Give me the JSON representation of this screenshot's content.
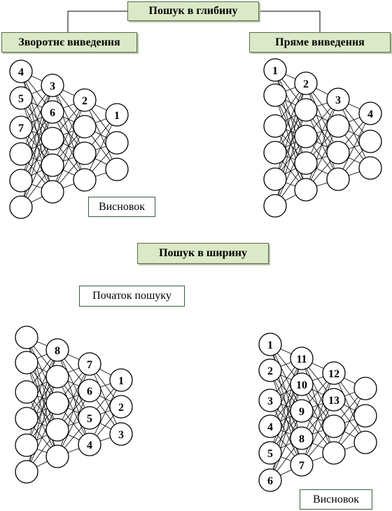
{
  "headers": {
    "dfs": "Пошук в глибину",
    "backward": "Зворотнє виведення",
    "forward": "Пряме виведення",
    "bfs": "Пошук в ширину"
  },
  "labels": {
    "conclusion_top": "Висновок",
    "search_start": "Початок пошуку",
    "conclusion_bottom": "Висновок"
  },
  "networks": {
    "dfs_backward": {
      "columns": [
        [
          "4",
          "5",
          "7",
          "",
          "",
          ""
        ],
        [
          "3",
          "6",
          "",
          "",
          ""
        ],
        [
          "2",
          "",
          "",
          ""
        ],
        [
          "1",
          "",
          ""
        ]
      ]
    },
    "dfs_forward": {
      "columns": [
        [
          "1",
          "",
          "",
          "",
          "",
          ""
        ],
        [
          "2",
          "",
          "",
          "",
          ""
        ],
        [
          "3",
          "",
          "",
          ""
        ],
        [
          "4",
          "",
          ""
        ]
      ]
    },
    "bfs_backward": {
      "columns": [
        [
          "",
          "",
          "",
          "",
          "",
          ""
        ],
        [
          "8",
          "",
          "",
          "",
          ""
        ],
        [
          "7",
          "6",
          "5",
          "4"
        ],
        [
          "1",
          "2",
          "3"
        ]
      ]
    },
    "bfs_forward": {
      "columns": [
        [
          "1",
          "2",
          "3",
          "4",
          "5",
          "6"
        ],
        [
          "11",
          "10",
          "9",
          "8",
          "7"
        ],
        [
          "12",
          "13",
          "",
          ""
        ],
        [
          "",
          "",
          ""
        ]
      ]
    }
  }
}
